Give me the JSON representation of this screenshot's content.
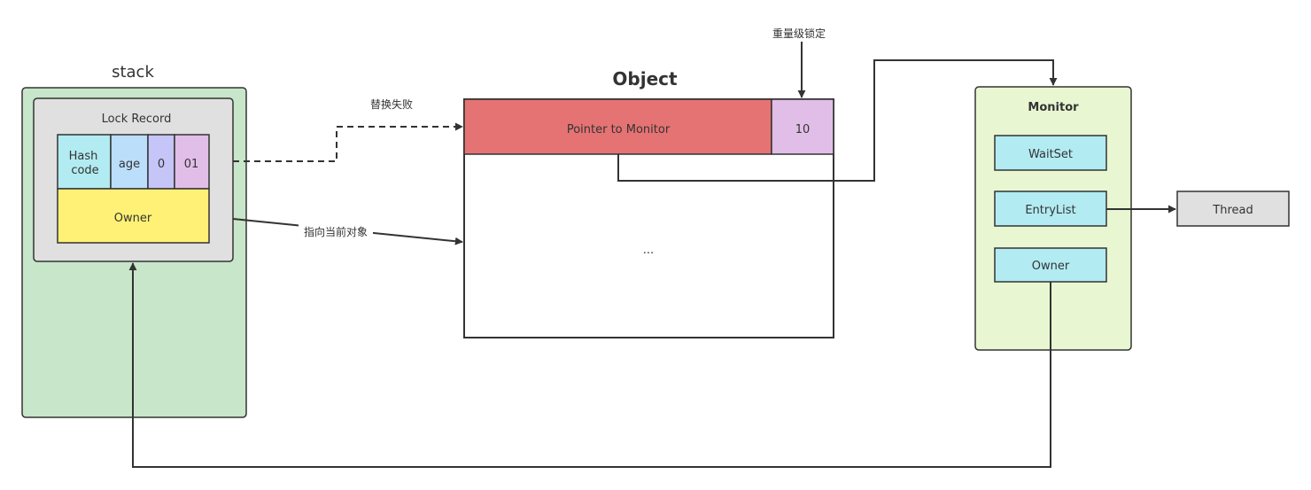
{
  "stack": {
    "title": "stack",
    "lock_record_label": "Lock Record"
  },
  "mark_word": {
    "hash_code_line1": "Hash",
    "hash_code_line2": "code",
    "age": "age",
    "bias_bit": "0",
    "lock_bits": "01"
  },
  "lock_record_owner": "Owner",
  "object": {
    "title": "Object",
    "pointer_label": "Pointer to Monitor",
    "lock_flag": "10",
    "body_ellipsis": "..."
  },
  "monitor": {
    "title": "Monitor",
    "wait_set": "WaitSet",
    "entry_list": "EntryList",
    "owner": "Owner"
  },
  "thread": {
    "label": "Thread"
  },
  "annotations": {
    "heavyweight_lock": "重量级锁定",
    "cas_failed": "替换失败",
    "points_to_current_object": "指向当前对象"
  },
  "colors": {
    "stack_bg": "#c8e6c9",
    "lock_record_bg": "#e0e0e0",
    "hash_cell": "#b2ebf2",
    "age_cell": "#bbdefb",
    "bias_cell": "#c5c5f7",
    "lock_cell": "#e1bee7",
    "owner_cell": "#fff176",
    "pointer_cell": "#e57373",
    "monitor_bg": "#e8f7d2",
    "monitor_item": "#b2ebf2",
    "thread_bg": "#e0e0e0",
    "stroke": "#333333"
  }
}
